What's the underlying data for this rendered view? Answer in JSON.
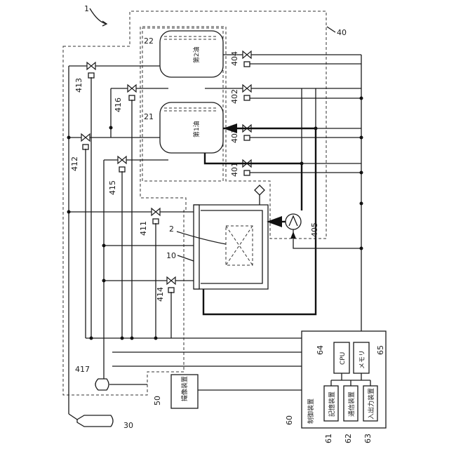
{
  "figure": {
    "system_number": "1",
    "labels": {
      "tank_2": "第2油",
      "tank_1": "第1油",
      "control_device": "制御装置",
      "cpu": "CPU",
      "memory": "メモリ",
      "storage": "記憶装置",
      "communication": "通信装置",
      "io": "入出力装置",
      "imaging": "撮像装置"
    },
    "numbers": {
      "n2": "2",
      "n10": "10",
      "n21": "21",
      "n22": "22",
      "n30": "30",
      "n40": "40",
      "n50": "50",
      "n60": "60",
      "n61": "61",
      "n62": "62",
      "n63": "63",
      "n64": "64",
      "n65": "65",
      "n401": "401",
      "n402": "402",
      "n403": "403",
      "n404": "404",
      "n405": "405",
      "n411": "411",
      "n412": "412",
      "n413": "413",
      "n414": "414",
      "n415": "415",
      "n416": "416",
      "n417": "417"
    }
  }
}
